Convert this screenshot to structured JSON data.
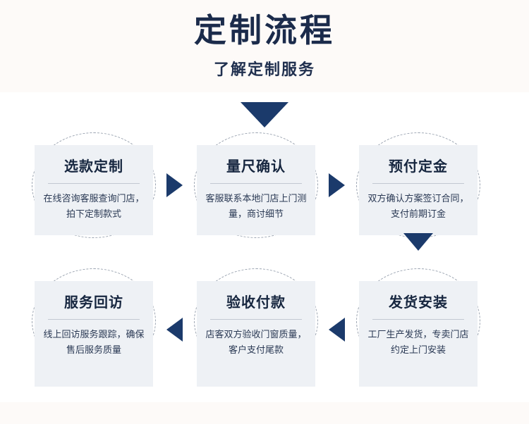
{
  "header": {
    "title": "定制流程",
    "subtitle": "了解定制服务"
  },
  "colors": {
    "header_bg": "#fdfaf8",
    "card_bg": "#eef1f5",
    "accent": "#1b3a6b",
    "title_text": "#16263f",
    "body_text": "#2a3954",
    "dashed_circle": "#9aa3b0"
  },
  "flow": {
    "steps": [
      {
        "title": "选款定制",
        "desc": "在线咨询客服查询门店，拍下定制款式"
      },
      {
        "title": "量尺确认",
        "desc": "客服联系本地门店上门测量，商讨细节"
      },
      {
        "title": "预付定金",
        "desc": "双方确认方案签订合同，支付前期订金"
      },
      {
        "title": "发货安装",
        "desc": "工厂生产发货，专卖门店约定上门安装"
      },
      {
        "title": "验收付款",
        "desc": "店客双方验收门窗质量，客户支付尾款"
      },
      {
        "title": "服务回访",
        "desc": "线上回访服务跟踪，确保售后服务质量"
      }
    ],
    "connectors": [
      {
        "name": "arrow-down-top",
        "direction": "down"
      },
      {
        "name": "arrow-step1-to-step2",
        "direction": "right"
      },
      {
        "name": "arrow-step2-to-step3",
        "direction": "right"
      },
      {
        "name": "arrow-step3-to-step4",
        "direction": "down"
      },
      {
        "name": "arrow-step4-to-step5",
        "direction": "left"
      },
      {
        "name": "arrow-step5-to-step6",
        "direction": "left"
      }
    ]
  }
}
